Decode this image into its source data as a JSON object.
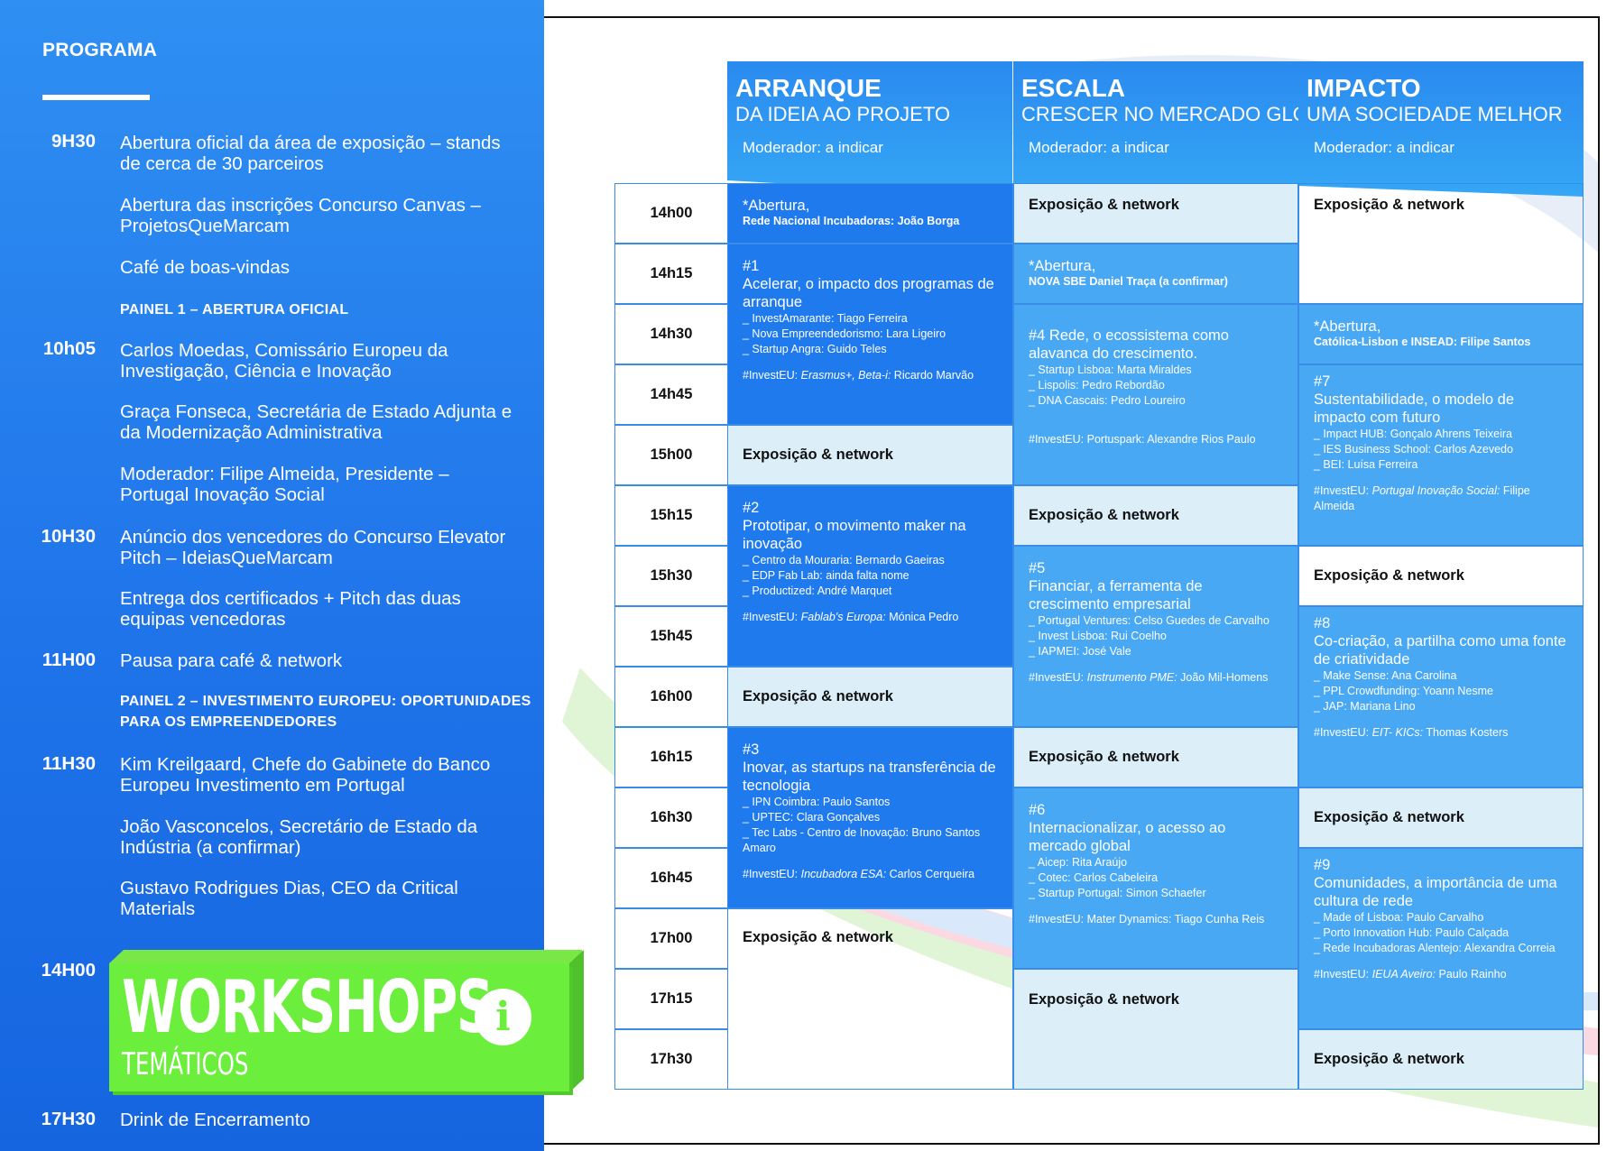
{
  "left": {
    "title": "PROGRAMA",
    "items": [
      {
        "time": "9H30",
        "text": "Abertura oficial da área de exposição – stands de cerca de 30 parceiros"
      },
      {
        "time": "",
        "text": "Abertura das inscrições Concurso Canvas – ProjetosQueMarcam"
      },
      {
        "time": "",
        "text": "Café de boas-vindas"
      },
      {
        "time": "",
        "text": "PAINEL 1 – ABERTURA OFICIAL",
        "panel": true
      },
      {
        "time": "10h05",
        "text": "Carlos Moedas, Comissário Europeu da Investigação, Ciência e Inovação"
      },
      {
        "time": "",
        "text": "Graça Fonseca, Secretária de Estado Adjunta e da Modernização Administrativa"
      },
      {
        "time": "",
        "text": "Moderador: Filipe Almeida, Presidente – Portugal Inovação Social"
      },
      {
        "time": "10H30",
        "text": "Anúncio dos vencedores do Concurso Elevator Pitch – IdeiasQueMarcam"
      },
      {
        "time": "",
        "text": "Entrega dos certificados + Pitch das duas equipas vencedoras"
      },
      {
        "time": "11H00",
        "text": "Pausa para café & network"
      },
      {
        "time": "",
        "text": "PAINEL 2 – INVESTIMENTO EUROPEU: OPORTUNIDADES PARA OS EMPREENDEDORES",
        "panel": true
      },
      {
        "time": "11H30",
        "text": "Kim Kreilgaard, Chefe do Gabinete do Banco Europeu Investimento em Portugal"
      },
      {
        "time": "",
        "text": "João Vasconcelos, Secretário de Estado da Indústria (a confirmar)"
      },
      {
        "time": "",
        "text": "Gustavo Rodrigues Dias, CEO da Critical Materials"
      }
    ],
    "ws_time": "14H00",
    "ws_title": "WORKSHOPS",
    "ws_sub": "TEMÁTICOS",
    "ws_info": "i",
    "end_time": "17H30",
    "end_text": "Drink de Encerramento"
  },
  "columns": [
    {
      "title": "ARRANQUE",
      "subtitle": "DA IDEIA AO PROJETO",
      "moderator": "Moderador: a indicar"
    },
    {
      "title": "ESCALA",
      "subtitle": "CRESCER NO MERCADO GLOBAL",
      "moderator": "Moderador: a indicar"
    },
    {
      "title": "IMPACTO",
      "subtitle": "UMA SOCIEDADE MELHOR",
      "moderator": "Moderador: a indicar"
    }
  ],
  "times": [
    "14h00",
    "14h15",
    "14h30",
    "14h45",
    "15h00",
    "15h15",
    "15h30",
    "15h45",
    "16h00",
    "16h15",
    "16h30",
    "16h45",
    "17h00",
    "17h15",
    "17h30"
  ],
  "network": "Exposição & network",
  "sessions": {
    "a_open": {
      "title": "*Abertura,",
      "sub": "Rede Nacional Incubadoras: João Borga"
    },
    "b_open": {
      "title": "*Abertura,",
      "sub": "NOVA SBE Daniel Traça (a confirmar)"
    },
    "c_open": {
      "title": "*Abertura,",
      "sub": "Católica-Lisbon e INSEAD: Filipe Santos"
    },
    "s1": {
      "num": "#1",
      "title": "Acelerar, o impacto dos programas de arranque",
      "lines": [
        "_ InvestAmarante: Tiago Ferreira",
        "_ Nova Empreendedorismo: Lara Ligeiro",
        "_ Startup Angra: Guido Teles"
      ],
      "ie_pre": "#InvestEU: ",
      "ie_it": "Erasmus+, Beta-i:",
      "ie_post": " Ricardo Marvão"
    },
    "s2": {
      "num": "#2",
      "title": "Prototipar, o movimento maker na inovação",
      "lines": [
        "_ Centro da Mouraria: Bernardo Gaeiras",
        "_ EDP Fab Lab: ainda falta nome",
        "_ Productized: André Marquet"
      ],
      "ie_pre": "#InvestEU: ",
      "ie_it": "Fablab's Europa:",
      "ie_post": " Mónica Pedro"
    },
    "s3": {
      "num": "#3",
      "title": "Inovar, as startups na transferência de tecnologia",
      "lines": [
        "_ IPN Coimbra: Paulo Santos",
        "_ UPTEC: Clara Gonçalves",
        "_ Tec Labs - Centro de Inovação: Bruno Santos Amaro"
      ],
      "ie_pre": "#InvestEU: ",
      "ie_it": "Incubadora ESA:",
      "ie_post": " Carlos Cerqueira"
    },
    "s4": {
      "num": "#4 Rede, o ecossistema como alavanca do crescimento.",
      "lines": [
        "_ Startup Lisboa: Marta Miraldes",
        "_ Lispolis: Pedro Rebordão",
        "_ DNA Cascais: Pedro Loureiro"
      ],
      "ie_pre": "#InvestEU: Portuspark: Alexandre Rios Paulo",
      "ie_it": "",
      "ie_post": ""
    },
    "s5": {
      "num": "#5",
      "title": "Financiar, a ferramenta de crescimento empresarial",
      "lines": [
        "_ Portugal Ventures: Celso Guedes de Carvalho",
        "_ Invest Lisboa: Rui Coelho",
        "_ IAPMEI: José Vale"
      ],
      "ie_pre": "#InvestEU: ",
      "ie_it": "Instrumento PME:",
      "ie_post": " João Mil-Homens"
    },
    "s6": {
      "num": "#6",
      "title": "Internacionalizar, o acesso ao mercado global",
      "lines": [
        "_ Aicep: Rita Araújo",
        "_ Cotec: Carlos Cabeleira",
        "_ Startup Portugal: Simon Schaefer"
      ],
      "ie_pre": "#InvestEU: Mater Dynamics: Tiago Cunha Reis",
      "ie_it": "",
      "ie_post": ""
    },
    "s7": {
      "num": "#7",
      "title": "Sustentabilidade, o modelo de impacto com futuro",
      "lines": [
        "_ Impact HUB: Gonçalo Ahrens Teixeira",
        "_ IES Business School: Carlos Azevedo",
        "_ BEI: Luísa Ferreira"
      ],
      "ie_pre": "#InvestEU: ",
      "ie_it": "Portugal Inovação Social:",
      "ie_post": " Filipe Almeida"
    },
    "s8": {
      "num": "#8",
      "title": "Co-criação, a partilha como uma fonte de criatividade",
      "lines": [
        "_ Make Sense: Ana Carolina",
        "_ PPL Crowdfunding: Yoann Nesme",
        "_ JAP: Mariana Lino"
      ],
      "ie_pre": "#InvestEU: ",
      "ie_it": "EIT- KICs:",
      "ie_post": " Thomas Kosters"
    },
    "s9": {
      "num": "#9",
      "title": "Comunidades, a importância de uma cultura de rede",
      "lines": [
        "_ Made of Lisboa: Paulo Carvalho",
        "_ Porto Innovation Hub: Paulo Calçada",
        "_ Rede Incubadoras Alentejo: Alexandra Correia"
      ],
      "ie_pre": "#InvestEU: ",
      "ie_it": "IEUA Aveiro:",
      "ie_post": " Paulo Rainho"
    }
  }
}
